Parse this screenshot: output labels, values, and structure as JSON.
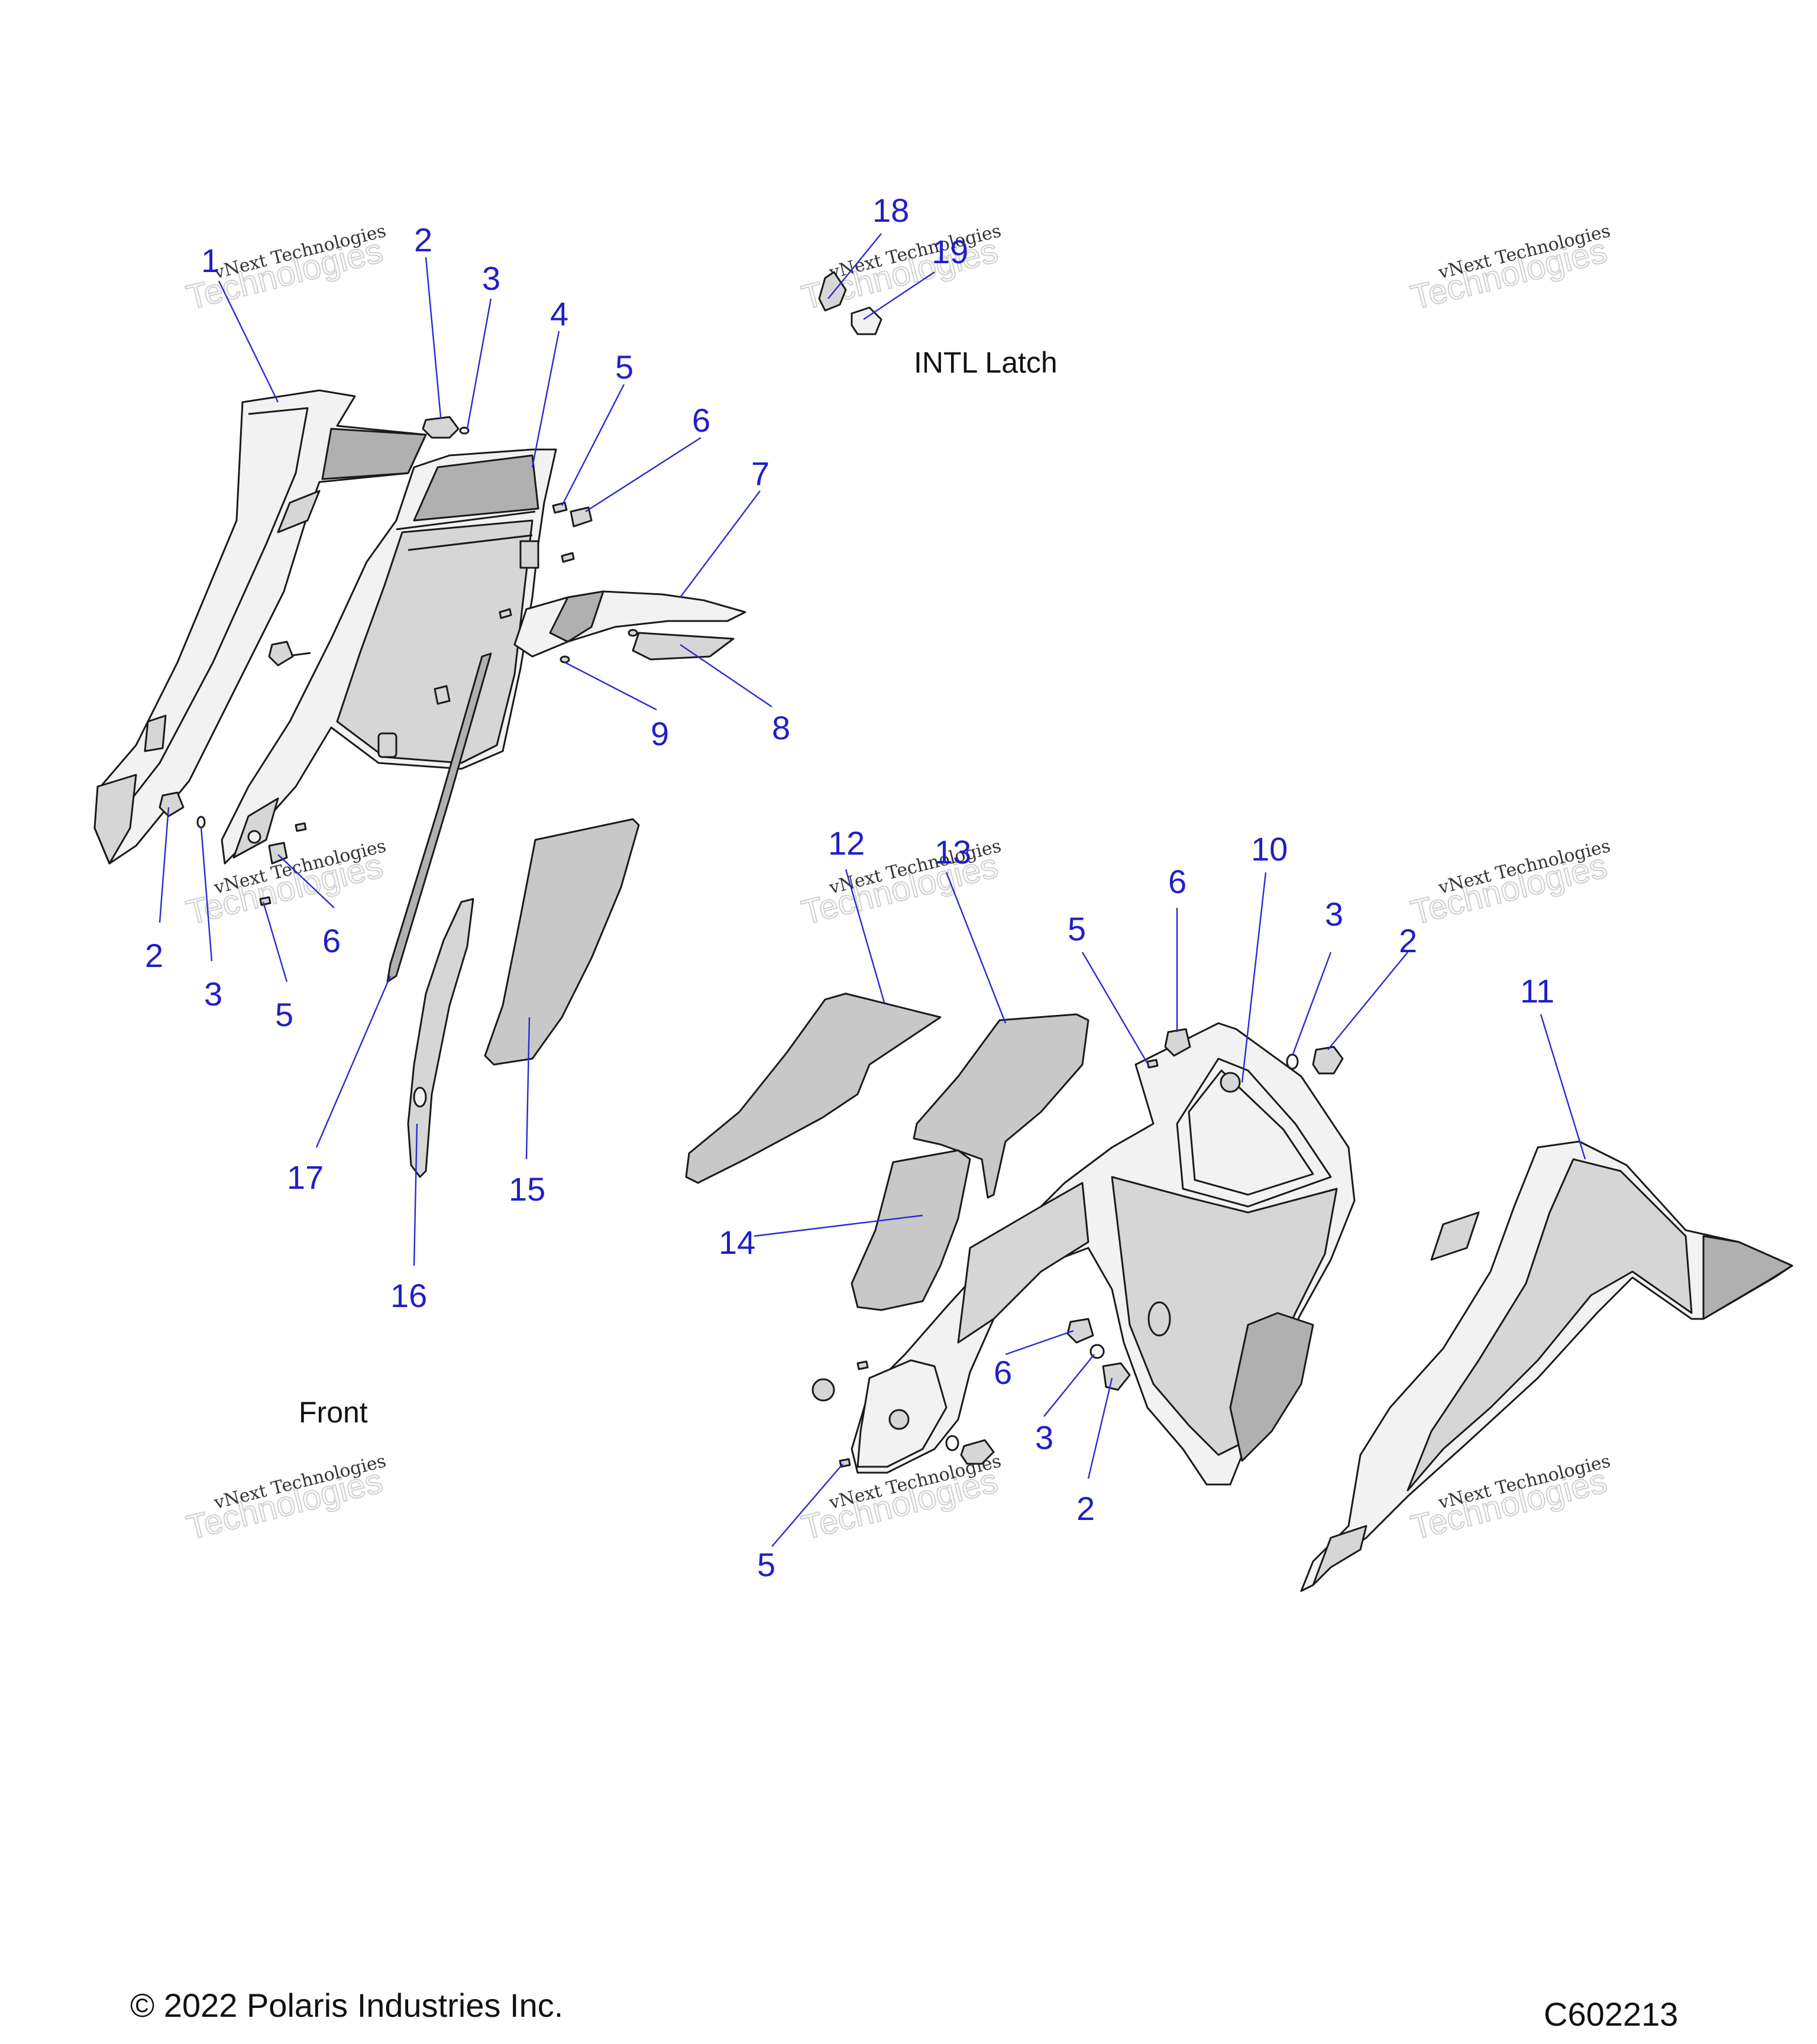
{
  "labels": {
    "intl_latch": "INTL Latch",
    "front": "Front",
    "copyright": "© 2022 Polaris Industries Inc.",
    "figure_code": "C602213"
  },
  "watermark": {
    "line1": "vNext Technologies",
    "line2": "Technologies"
  },
  "callouts": [
    {
      "id": "c1",
      "text": "1"
    },
    {
      "id": "c2a",
      "text": "2"
    },
    {
      "id": "c3a",
      "text": "3"
    },
    {
      "id": "c4",
      "text": "4"
    },
    {
      "id": "c5a",
      "text": "5"
    },
    {
      "id": "c6a",
      "text": "6"
    },
    {
      "id": "c7",
      "text": "7"
    },
    {
      "id": "c8",
      "text": "8"
    },
    {
      "id": "c9",
      "text": "9"
    },
    {
      "id": "c2b",
      "text": "2"
    },
    {
      "id": "c3b",
      "text": "3"
    },
    {
      "id": "c5b",
      "text": "5"
    },
    {
      "id": "c6b",
      "text": "6"
    },
    {
      "id": "c17",
      "text": "17"
    },
    {
      "id": "c16",
      "text": "16"
    },
    {
      "id": "c15",
      "text": "15"
    },
    {
      "id": "c18",
      "text": "18"
    },
    {
      "id": "c19",
      "text": "19"
    },
    {
      "id": "c12",
      "text": "12"
    },
    {
      "id": "c13",
      "text": "13"
    },
    {
      "id": "c14",
      "text": "14"
    },
    {
      "id": "c5c",
      "text": "5"
    },
    {
      "id": "c6c",
      "text": "6"
    },
    {
      "id": "c10",
      "text": "10"
    },
    {
      "id": "c3c",
      "text": "3"
    },
    {
      "id": "c2c",
      "text": "2"
    },
    {
      "id": "c11",
      "text": "11"
    },
    {
      "id": "c6d",
      "text": "6"
    },
    {
      "id": "c3d",
      "text": "3"
    },
    {
      "id": "c2d",
      "text": "2"
    },
    {
      "id": "c5d",
      "text": "5"
    }
  ],
  "colors": {
    "callout": "#1f1fc8",
    "line": "#1a1a1a",
    "fill_light": "#f2f2f2",
    "fill_shade": "#b0b0b0"
  }
}
